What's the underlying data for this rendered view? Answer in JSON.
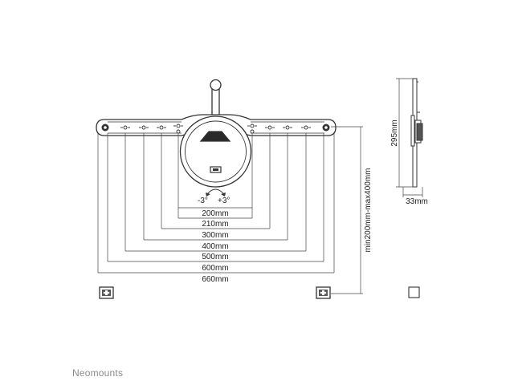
{
  "brand": {
    "name": "Neomounts"
  },
  "tilt": {
    "minus": "-3°",
    "plus": "+3°"
  },
  "dimensions": {
    "widths": [
      "200mm",
      "210mm",
      "300mm",
      "400mm",
      "500mm",
      "600mm",
      "660mm"
    ],
    "vertical_range": "min200mm-max400mm",
    "side_height": "295mm",
    "side_depth": "33mm"
  },
  "colors": {
    "line": "#333333",
    "dark": "#2a2a2a",
    "brand": "#8a8a8a"
  }
}
